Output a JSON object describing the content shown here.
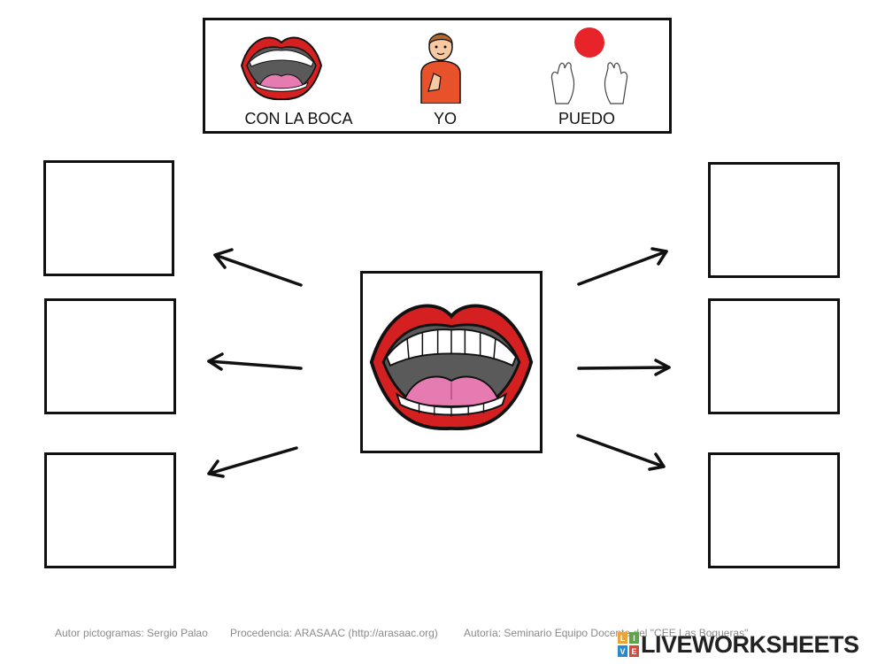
{
  "header": {
    "items": [
      {
        "label": "CON LA BOCA",
        "icon": "open-mouth-icon"
      },
      {
        "label": "YO",
        "icon": "boy-pointing-self-icon"
      },
      {
        "label": "PUEDO",
        "icon": "hands-ball-icon"
      }
    ]
  },
  "center": {
    "icon": "open-mouth-icon"
  },
  "answer_boxes": {
    "left_count": 3,
    "right_count": 3
  },
  "footer": {
    "author": "Autor pictogramas: Sergio Palao",
    "source": "Procedencia: ARASAAC (http://arasaac.org)",
    "credits": "Autoría: Seminario Equipo Docente del \"CEE Las Boqueras\""
  },
  "brand": {
    "name": "LIVEWORKSHEETS",
    "letters": [
      "L",
      "I",
      "V",
      "E"
    ],
    "colors": [
      "#e8a53b",
      "#5aa845",
      "#2c89c9",
      "#d9463a"
    ]
  },
  "colors": {
    "lip_red": "#d42020",
    "mouth_gray": "#5a5a5a",
    "tongue_pink": "#e57bb0",
    "ball_red": "#e8242b",
    "boy_shirt": "#e8522a"
  }
}
